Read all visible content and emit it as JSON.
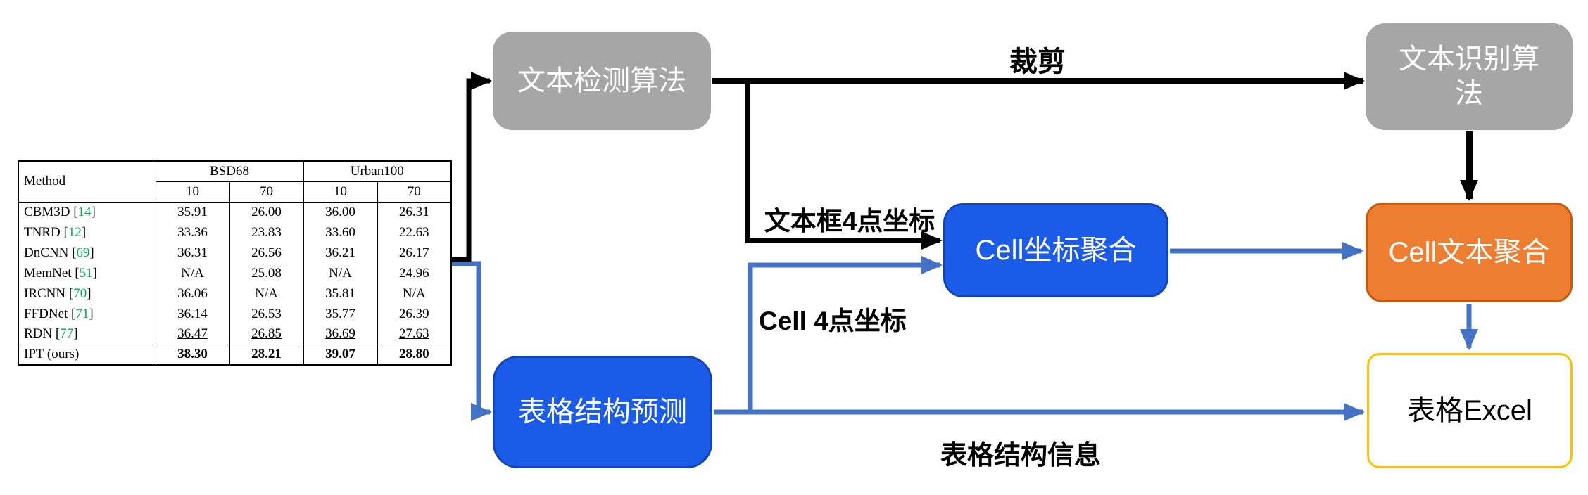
{
  "table": {
    "header": {
      "method": "Method",
      "groups": [
        "BSD68",
        "Urban100"
      ],
      "sub": [
        "10",
        "70",
        "10",
        "70"
      ]
    },
    "rows": [
      {
        "m": [
          "CBM3D [",
          "14",
          "]"
        ],
        "v": [
          "35.91",
          "26.00",
          "36.00",
          "26.31"
        ]
      },
      {
        "m": [
          "TNRD [",
          "12",
          "]"
        ],
        "v": [
          "33.36",
          "23.83",
          "33.60",
          "22.63"
        ]
      },
      {
        "m": [
          "DnCNN [",
          "69",
          "]"
        ],
        "v": [
          "36.31",
          "26.56",
          "36.21",
          "26.17"
        ]
      },
      {
        "m": [
          "MemNet [",
          "51",
          "]"
        ],
        "v": [
          "N/A",
          "25.08",
          "N/A",
          "24.96"
        ]
      },
      {
        "m": [
          "IRCNN [",
          "70",
          "]"
        ],
        "v": [
          "36.06",
          "N/A",
          "35.81",
          "N/A"
        ]
      },
      {
        "m": [
          "FFDNet [",
          "71",
          "]"
        ],
        "v": [
          "36.14",
          "26.53",
          "35.77",
          "26.39"
        ]
      },
      {
        "m": [
          "RDN [",
          "77",
          "]"
        ],
        "v": [
          "36.47",
          "26.85",
          "36.69",
          "27.63"
        ]
      },
      {
        "m": [
          "IPT (ours)",
          "",
          ""
        ],
        "v": [
          "38.30",
          "28.21",
          "39.07",
          "28.80"
        ]
      }
    ]
  },
  "nodes": {
    "text_detection": "文本检测算法",
    "text_recognition": "文本识别算法",
    "cell_coord_agg": "Cell坐标聚合",
    "cell_text_agg": "Cell文本聚合",
    "table_structure": "表格结构预测",
    "table_excel": "表格Excel"
  },
  "edge_labels": {
    "crop": "裁剪",
    "textbox_coords": "文本框4点坐标",
    "cell_coords": "Cell 4点坐标",
    "structure_info": "表格结构信息"
  },
  "colors": {
    "gray_node": "#a6a6a6",
    "blue_node": "#1a5ce8",
    "orange_node": "#ed7d31",
    "excel_border": "#ffc000",
    "blue_arrow": "#4472c4",
    "black_arrow": "#000000",
    "cite_green": "#00b050"
  }
}
